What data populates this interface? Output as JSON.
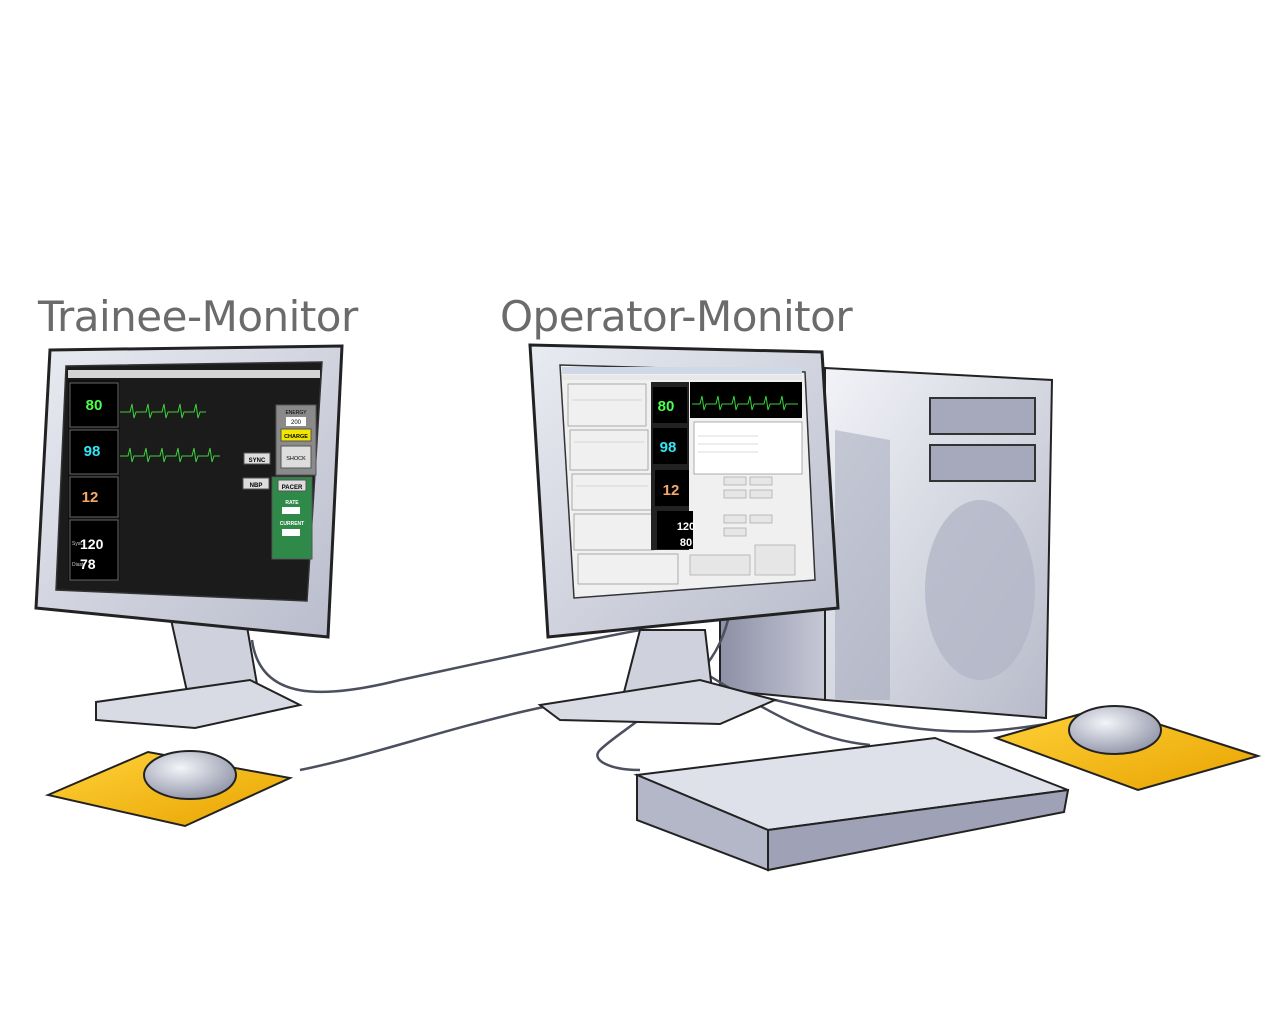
{
  "labels": {
    "trainee": "Trainee-Monitor",
    "operator": "Operator-Monitor"
  },
  "trainee_screen": {
    "hr": "80",
    "spo2": "98",
    "resp": "12",
    "nbp_sys": "120",
    "nbp_dia": "78",
    "sys_label": "Syst.",
    "dia_label": "Diast.",
    "energy_label": "ENERGY",
    "energy_value": "200",
    "charge": "CHARGE",
    "shock": "SHOCK",
    "sync": "SYNC",
    "nbp": "NBP",
    "pacer": "PACER",
    "rate": "RATE",
    "current": "CURRENT"
  },
  "operator_screen": {
    "hr": "80",
    "spo2": "98",
    "resp": "12",
    "nbp_sys": "120",
    "nbp_dia": "80"
  },
  "colors": {
    "hr": "#4cff4c",
    "spo2": "#33e6f2",
    "resp": "#f5a86a",
    "nbp": "#ffffff",
    "mousepad": "#f2b400",
    "pacer_panel": "#2f8a4a"
  }
}
